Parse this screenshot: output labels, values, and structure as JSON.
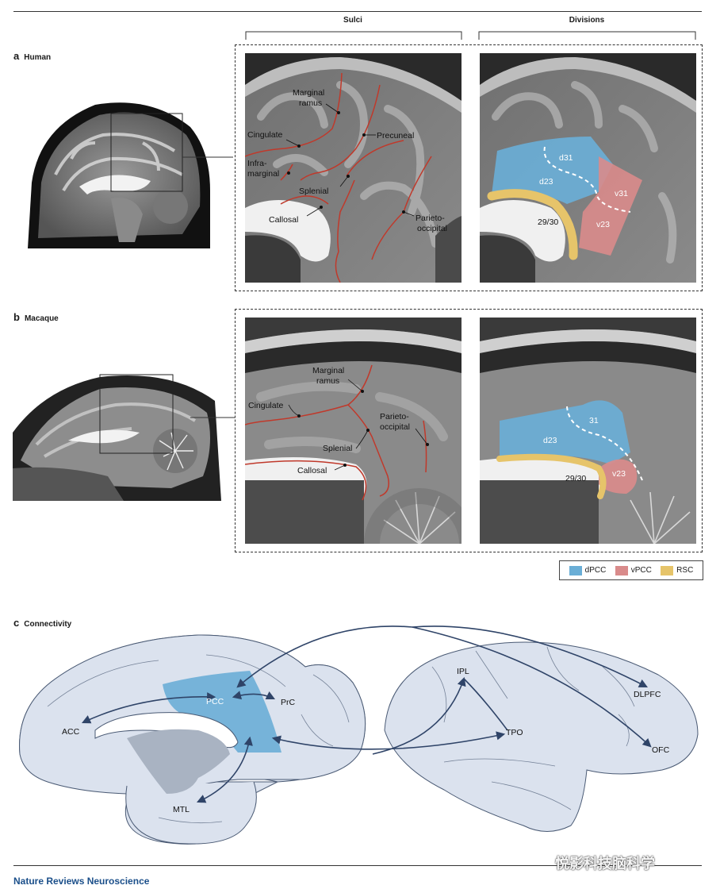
{
  "column_headers": {
    "sulci": "Sulci",
    "divisions": "Divisions"
  },
  "panels": {
    "a": {
      "letter": "a",
      "title": "Human"
    },
    "b": {
      "letter": "b",
      "title": "Macaque"
    },
    "c": {
      "letter": "c",
      "title": "Connectivity"
    }
  },
  "human_sulci": {
    "marginal_ramus": [
      "Marginal",
      "ramus"
    ],
    "cingulate": "Cingulate",
    "precuneal": "Precuneal",
    "inframarginal": [
      "Infra-",
      "marginal"
    ],
    "splenial": "Splenial",
    "callosal": "Callosal",
    "parieto_occipital": [
      "Parieto-",
      "occipital"
    ]
  },
  "human_divisions": {
    "d31": "d31",
    "d23": "d23",
    "v31": "v31",
    "v23": "v23",
    "rsc": "29/30"
  },
  "macaque_sulci": {
    "marginal_ramus": [
      "Marginal",
      "ramus"
    ],
    "cingulate": "Cingulate",
    "parieto_occipital": [
      "Parieto-",
      "occipital"
    ],
    "splenial": "Splenial",
    "callosal": "Callosal"
  },
  "macaque_divisions": {
    "a31": "31",
    "d23": "d23",
    "rsc": "29/30",
    "v23": "v23"
  },
  "legend": [
    {
      "label": "dPCC",
      "color": "#6aaed6"
    },
    {
      "label": "vPCC",
      "color": "#d98b8b"
    },
    {
      "label": "RSC",
      "color": "#e6c46a"
    }
  ],
  "connectivity": {
    "pcc": "PCC",
    "prc": "PrC",
    "acc": "ACC",
    "mtl": "MTL",
    "ipl": "IPL",
    "tpo": "TPO",
    "dlpfc": "DLPFC",
    "ofc": "OFC"
  },
  "colors": {
    "dpcc": "#6aaed6",
    "vpcc": "#d98b8b",
    "rsc": "#e6c46a",
    "sulcus": "#c0392b",
    "brain_fill": "#dbe2ee",
    "arrow": "#2f4468"
  },
  "footer": "Nature Reviews Neuroscience",
  "watermark": "悦影科技脑科学"
}
